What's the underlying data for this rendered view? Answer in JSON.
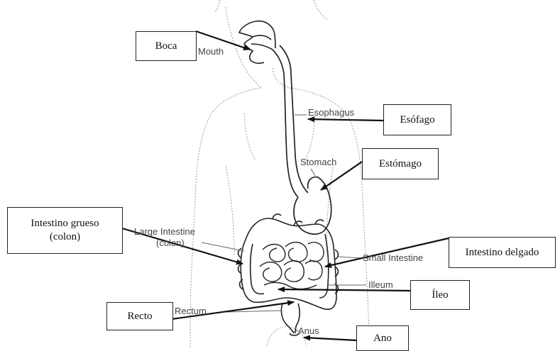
{
  "spanish_labels": {
    "boca": "Boca",
    "esofago": "Esófago",
    "estomago": "Estómago",
    "intestino_grueso_line1": "Intestino grueso",
    "intestino_grueso_line2": "(colon)",
    "intestino_delgado": "Intestino delgado",
    "ileo": "Íleo",
    "recto": "Recto",
    "ano": "Ano"
  },
  "english_labels": {
    "mouth": "Mouth",
    "esophagus": "Esophagus",
    "stomach": "Stomach",
    "large_intestine_line1": "Large Intestine",
    "large_intestine_line2": "(colon)",
    "small_intestine": "Small Intestine",
    "illeum": "Illeum",
    "rectum": "Rectum",
    "anus": "Anus"
  },
  "colors": {
    "outline": "#222222",
    "body_dotted": "#9a9a9a",
    "label_text": "#111111",
    "english_text": "#444444"
  }
}
